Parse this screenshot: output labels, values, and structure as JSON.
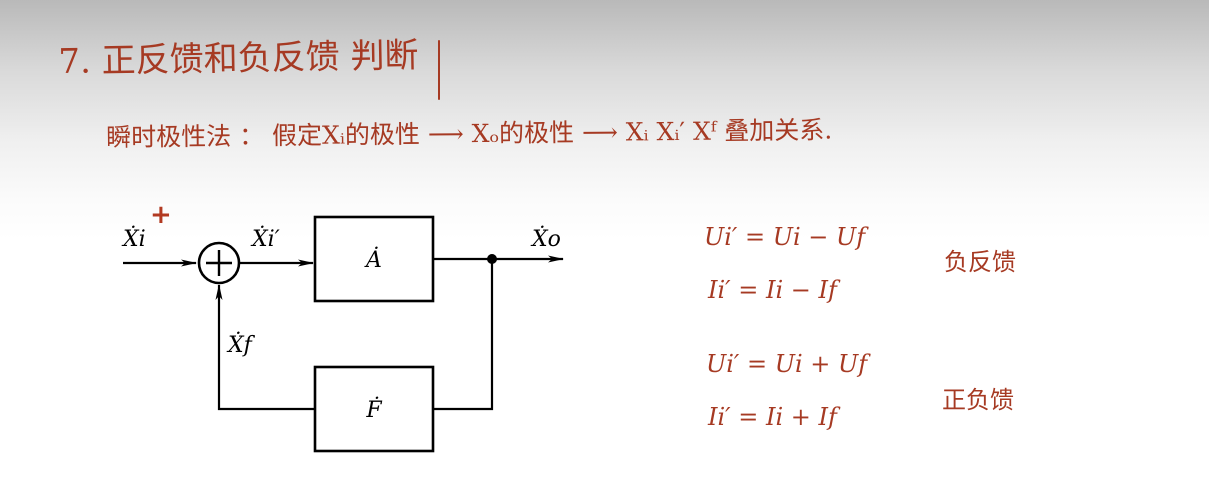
{
  "heading": {
    "title": "7. 正反馈和负反馈 判断",
    "method": "瞬时极性法 ： 假定Xᵢ的极性 ⟶ Xₒ的极性 ⟶ Xᵢ Xᵢ′ Xᶠ 叠加关系."
  },
  "diagram": {
    "input_label": "Ẋi",
    "input_polarity": "+",
    "summer_output_label": "Ẋi′",
    "output_label": "Ẋo",
    "feedback_label": "Ẋf",
    "forward_block": "Ȧ",
    "feedback_block": "Ḟ"
  },
  "equations": {
    "negative": [
      "Ui′ = Ui − Uf",
      "Ii′ = Ii − If"
    ],
    "negative_tag": "负反馈",
    "positive": [
      "Ui′ = Ui + Uf",
      "Ii′ = Ii + If"
    ],
    "positive_tag": "正负馈"
  },
  "colors": {
    "ink": "#a63a23",
    "diagram": "#000000"
  }
}
